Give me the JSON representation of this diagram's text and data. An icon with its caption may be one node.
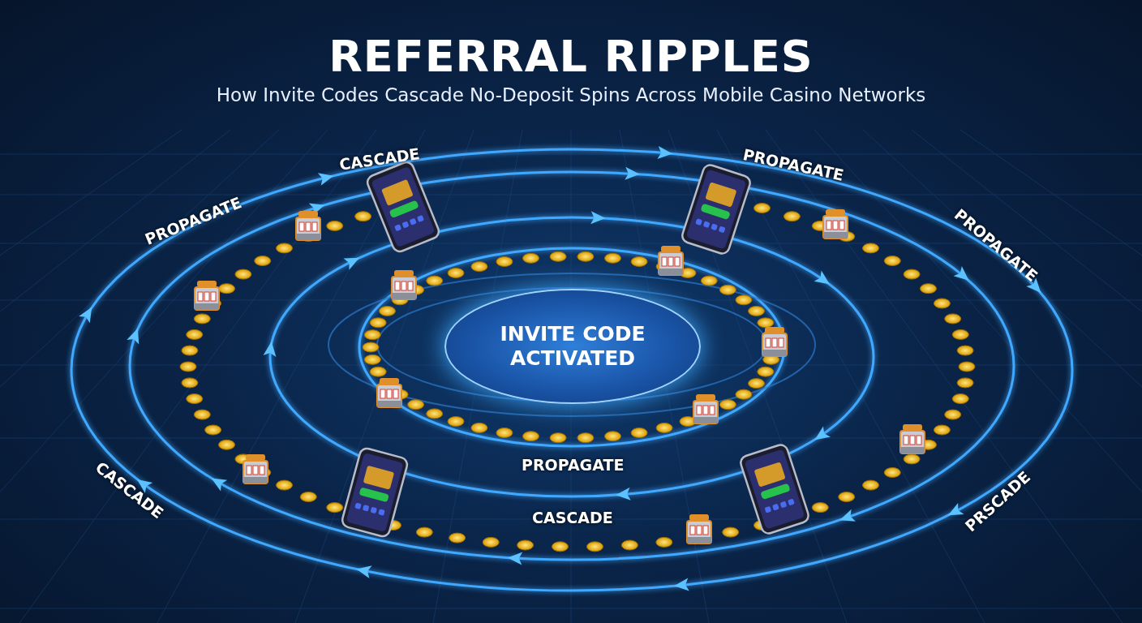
{
  "diagram": {
    "title": "REFERRAL RIPPLES",
    "caption": "How Invite Codes Cascade No-Deposit Spins Across Mobile Casino Networks",
    "nodes": [
      {
        "text": [
          "INVITE CODE ACTIVATED"
        ]
      }
    ],
    "labels": [
      "CASCADE",
      "PROPAGATE",
      "PROPAGATE",
      "PROPAGATE",
      "PROPAGATE",
      "CASCADE",
      "CASCADE",
      "PRSCADE"
    ]
  }
}
